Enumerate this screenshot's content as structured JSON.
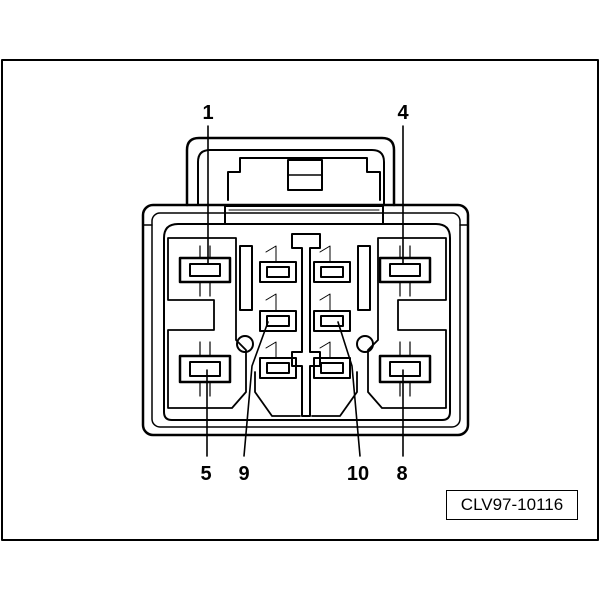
{
  "labels": {
    "pin_1": "1",
    "pin_4": "4",
    "pin_5": "5",
    "pin_9": "9",
    "pin_10": "10",
    "pin_8": "8"
  },
  "reference": "CLV97-10116"
}
